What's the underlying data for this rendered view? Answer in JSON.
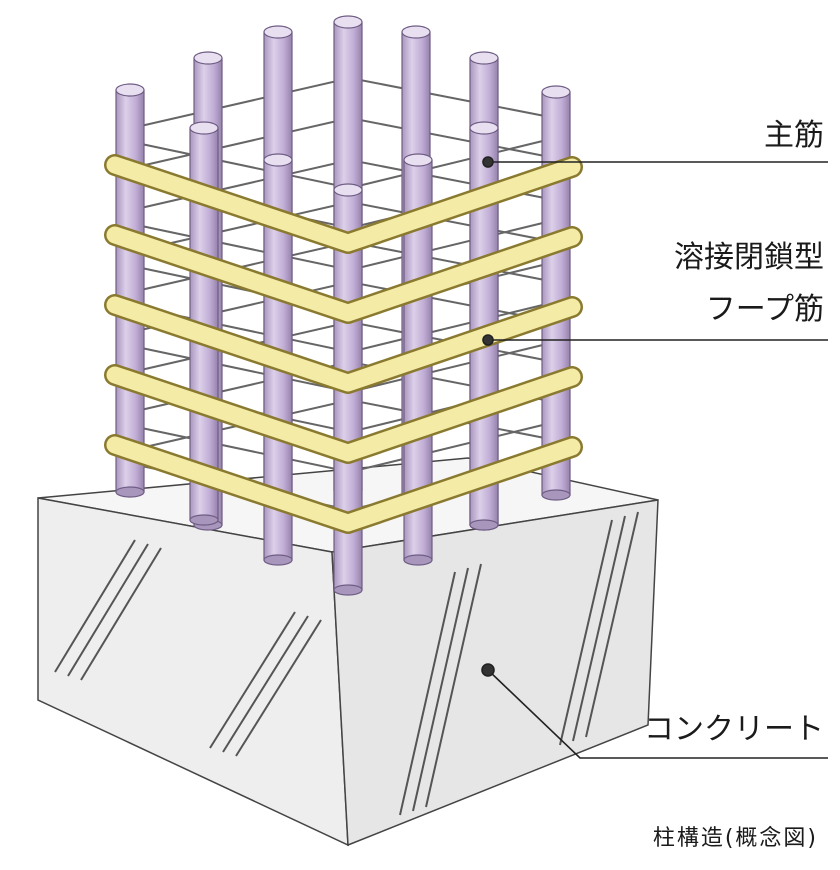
{
  "labels": {
    "main_rebar": "主筋",
    "hoop_line1": "溶接閉鎖型",
    "hoop_line2": "フープ筋",
    "concrete": "コンクリート"
  },
  "caption": "柱構造(概念図)",
  "colors": {
    "rebar": "#c6b3d6",
    "rebar_shade": "#9c86b3",
    "hoop": "#f3e9a8",
    "hoop_edge": "#b8a652",
    "concrete_top": "#f4f4f4",
    "concrete_front": "#ececec",
    "concrete_side": "#e2e2e2",
    "outline": "#333333"
  }
}
